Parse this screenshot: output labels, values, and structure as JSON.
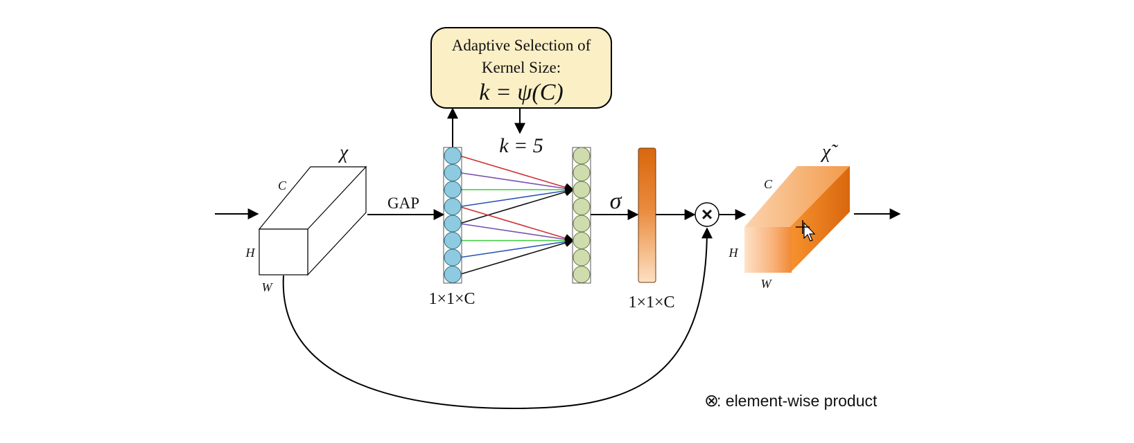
{
  "diagram": {
    "input_tensor": {
      "symbol": "χ",
      "label_c": "C",
      "label_h": "H",
      "label_w": "W"
    },
    "gap_label": "GAP",
    "gap_vector_label": "1×1×C",
    "kernel_box": {
      "line1": "Adaptive Selection of",
      "line2": "Kernel Size:",
      "formula": "k = ψ(C)"
    },
    "kernel_value": "k = 5",
    "sigma_label": "σ",
    "weight_vector_label": "1×1×C",
    "multiply_symbol": "×",
    "output_tensor": {
      "symbol": "χ̃",
      "label_c": "C",
      "label_h": "H",
      "label_w": "W"
    },
    "legend": {
      "symbol": "⊗",
      "text": ": element-wise product"
    },
    "colors": {
      "kernel_box_fill": "#fbefc6",
      "input_circles": "#8fcbe0",
      "conv_circles": "#cfdcae",
      "sigmoid_bar_top": "#d9670e",
      "sigmoid_bar_bottom": "#fde0c2",
      "output_front": "#fbc89c",
      "output_side": "#e9761a",
      "connection_colors": [
        "#d03030",
        "#7a4fb0",
        "#3bcc3b",
        "#2a55b5",
        "#111111"
      ]
    }
  }
}
